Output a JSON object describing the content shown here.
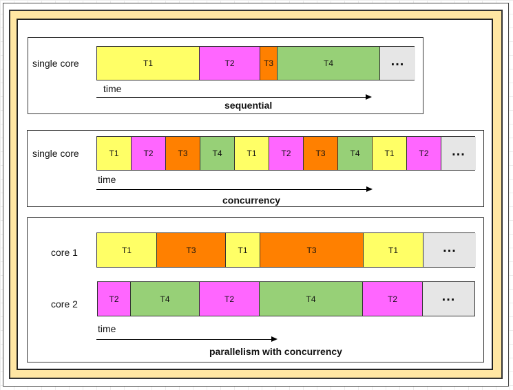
{
  "colors": {
    "T1": "#ffff66",
    "T2": "#ff66ff",
    "T3": "#ff8000",
    "T4": "#97d077",
    "more": "#e6e6e6"
  },
  "sections": [
    {
      "caption": "sequential",
      "time_label": "time",
      "rows": [
        {
          "label": "single core",
          "segments": [
            {
              "text": "T1",
              "task": "T1"
            },
            {
              "text": "T2",
              "task": "T2"
            },
            {
              "text": "T3",
              "task": "T3"
            },
            {
              "text": "T4",
              "task": "T4"
            },
            {
              "text": "...",
              "task": "more"
            }
          ]
        }
      ]
    },
    {
      "caption": "concurrency",
      "time_label": "time",
      "rows": [
        {
          "label": "single core",
          "segments": [
            {
              "text": "T1",
              "task": "T1"
            },
            {
              "text": "T2",
              "task": "T2"
            },
            {
              "text": "T3",
              "task": "T3"
            },
            {
              "text": "T4",
              "task": "T4"
            },
            {
              "text": "T1",
              "task": "T1"
            },
            {
              "text": "T2",
              "task": "T2"
            },
            {
              "text": "T3",
              "task": "T3"
            },
            {
              "text": "T4",
              "task": "T4"
            },
            {
              "text": "T1",
              "task": "T1"
            },
            {
              "text": "T2",
              "task": "T2"
            },
            {
              "text": "...",
              "task": "more"
            }
          ]
        }
      ]
    },
    {
      "caption": "parallelism with concurrency",
      "time_label": "time",
      "rows": [
        {
          "label": "core 1",
          "segments": [
            {
              "text": "T1",
              "task": "T1"
            },
            {
              "text": "T3",
              "task": "T3"
            },
            {
              "text": "T1",
              "task": "T1"
            },
            {
              "text": "T3",
              "task": "T3"
            },
            {
              "text": "T1",
              "task": "T1"
            },
            {
              "text": "...",
              "task": "more"
            }
          ]
        },
        {
          "label": "core 2",
          "segments": [
            {
              "text": "T2",
              "task": "T2"
            },
            {
              "text": "T4",
              "task": "T4"
            },
            {
              "text": "T2",
              "task": "T2"
            },
            {
              "text": "T4",
              "task": "T4"
            },
            {
              "text": "T2",
              "task": "T2"
            },
            {
              "text": "...",
              "task": "more"
            }
          ]
        }
      ]
    }
  ]
}
